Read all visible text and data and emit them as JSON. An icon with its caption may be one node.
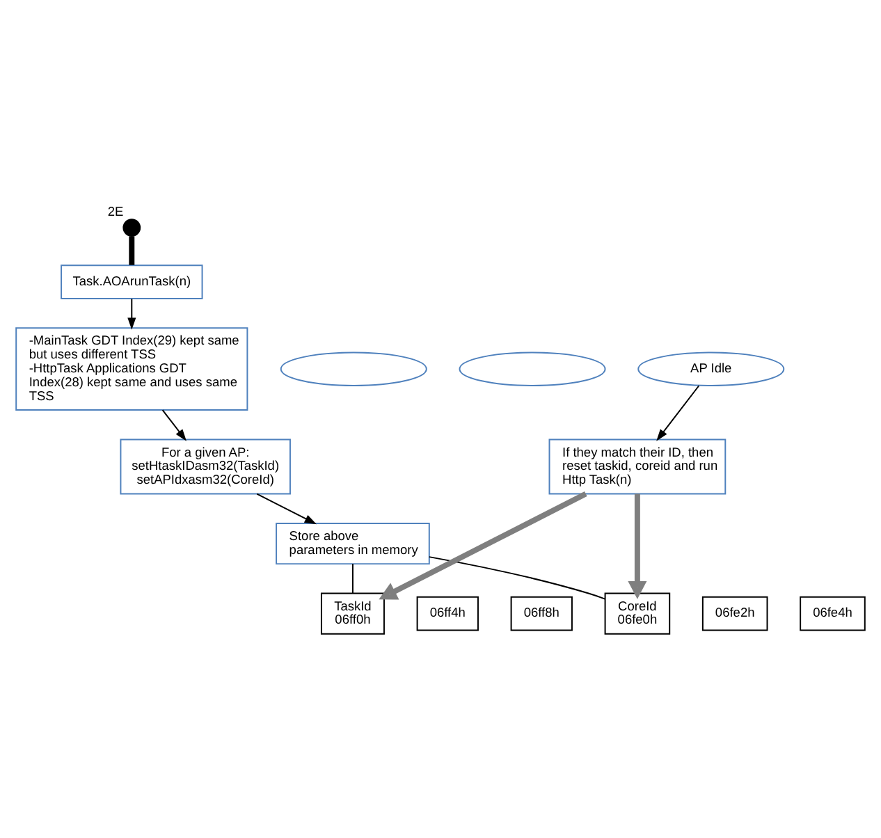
{
  "diagram": {
    "nodes": [
      {
        "text": [],
        "shape": "circle",
        "beside": [
          "2E"
        ]
      },
      {
        "text": [
          "Task.AOArunTask(n)"
        ]
      },
      {
        "text": [
          "-MainTask GDT Index(29) kept same but uses different TSS",
          "-HttpTask Applications GDT Index(28) kept same and uses same TSS"
        ]
      },
      {
        "text": [
          "For a given AP:",
          "setHtaskIDasm32(TaskId)",
          "setAPIdxasm32(CoreId)"
        ]
      },
      {
        "text": [
          "Store above parameters in memory"
        ]
      },
      {
        "text": [],
        "shape": "ellipse"
      },
      {
        "text": [],
        "shape": "ellipse"
      },
      {
        "text": [
          "AP Idle"
        ]
      },
      {
        "text": [
          "If they match their ID, then reset taskid, coreid and run Http Task(n)"
        ]
      },
      {
        "text": [
          "TaskId",
          "06ff0h"
        ]
      },
      {
        "text": [
          "06ff4h"
        ]
      },
      {
        "text": [
          "06ff8h"
        ]
      },
      {
        "text": [
          "CoreId",
          "06fe0h"
        ]
      },
      {
        "text": [
          "06fe2h"
        ]
      },
      {
        "text": [
          "06fe4h"
        ]
      }
    ],
    "edges": [
      {
        "from": 0,
        "to": 1,
        "arrow": "none",
        "style": "thick"
      },
      {
        "from": 1,
        "to": 2,
        "arrow": "to"
      },
      {
        "from": 2,
        "to": 3,
        "arrow": "to"
      },
      {
        "from": 3,
        "to": 4,
        "arrow": "to"
      },
      {
        "from": 4,
        "to": 9,
        "arrow": "none"
      },
      {
        "from": 4,
        "to": 12,
        "arrow": "none"
      },
      {
        "from": 7,
        "to": 8,
        "arrow": "to"
      },
      {
        "from": 8,
        "to": 9,
        "arrow": "to",
        "style": "thick",
        "color": "#7f7f7f"
      },
      {
        "from": 8,
        "to": 12,
        "arrow": "to",
        "style": "thick",
        "color": "#7f7f7f"
      }
    ]
  }
}
